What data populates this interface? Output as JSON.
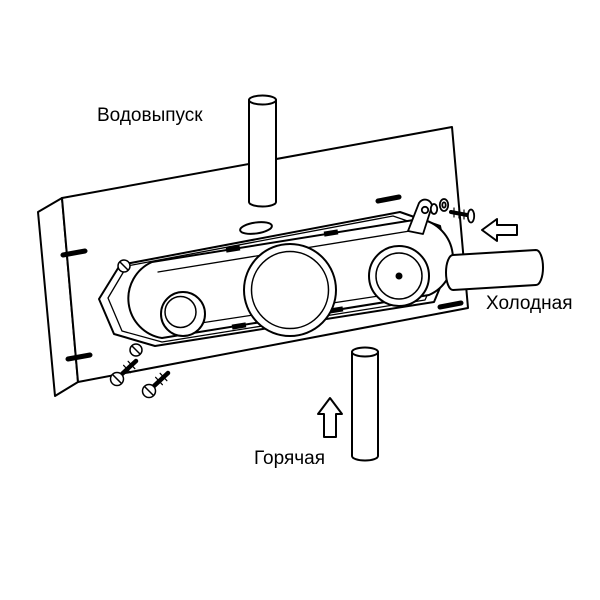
{
  "colors": {
    "ink": "#000000",
    "paper": "#ffffff"
  },
  "labels": {
    "outlet": "Водовыпуск",
    "cold": "Холодная",
    "hot": "Горячая"
  },
  "icons": {
    "cold_flow": "arrow-left-icon",
    "hot_flow": "arrow-up-icon"
  }
}
